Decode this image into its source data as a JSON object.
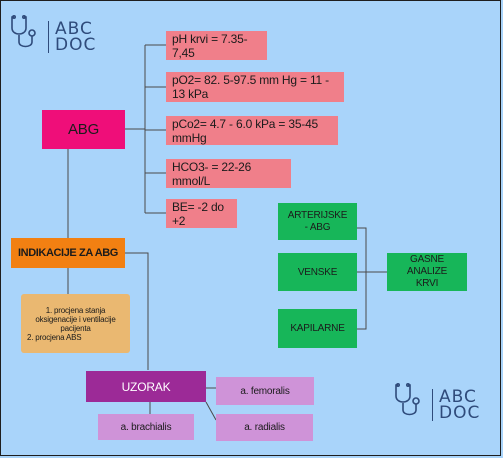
{
  "logo": {
    "line1": "ABC",
    "line2": "DOC",
    "icon": "stethoscope-icon"
  },
  "colors": {
    "background": "#a9d4fa",
    "abg_node": "#ef0e79",
    "value_nodes": "#f07f8a",
    "indications": "#f28012",
    "indication_detail": "#eab871",
    "gas_types": "#17b659",
    "sample": "#9c2a97",
    "arteries": "#cf93d8",
    "logo": "#2f4b7b"
  },
  "abg": {
    "label": "ABG"
  },
  "normal_values": [
    "pH krvi = 7.35-7,45",
    "pO2= 82. 5-97.5 mm Hg = 11 - 13 kPa",
    "pCo2= 4.7 - 6.0 kPa = 35-45 mmHg",
    "HCO3- = 22-26 mmol/L",
    "BE= -2 do +2"
  ],
  "gas_analysis": {
    "label": "GASNE ANALIZE KRVI",
    "types": [
      "ARTERIJSKE - ABG",
      "VENSKE",
      "KAPILARNE"
    ]
  },
  "indications": {
    "label": "INDIKACIJE ZA ABG",
    "items": [
      "1. procjena stanja oksigenacije i ventilacije pacijenta",
      "2. procjena ABS"
    ]
  },
  "sample": {
    "label": "UZORAK",
    "sites": [
      "a. femoralis",
      "a. brachialis",
      "a. radialis"
    ]
  }
}
